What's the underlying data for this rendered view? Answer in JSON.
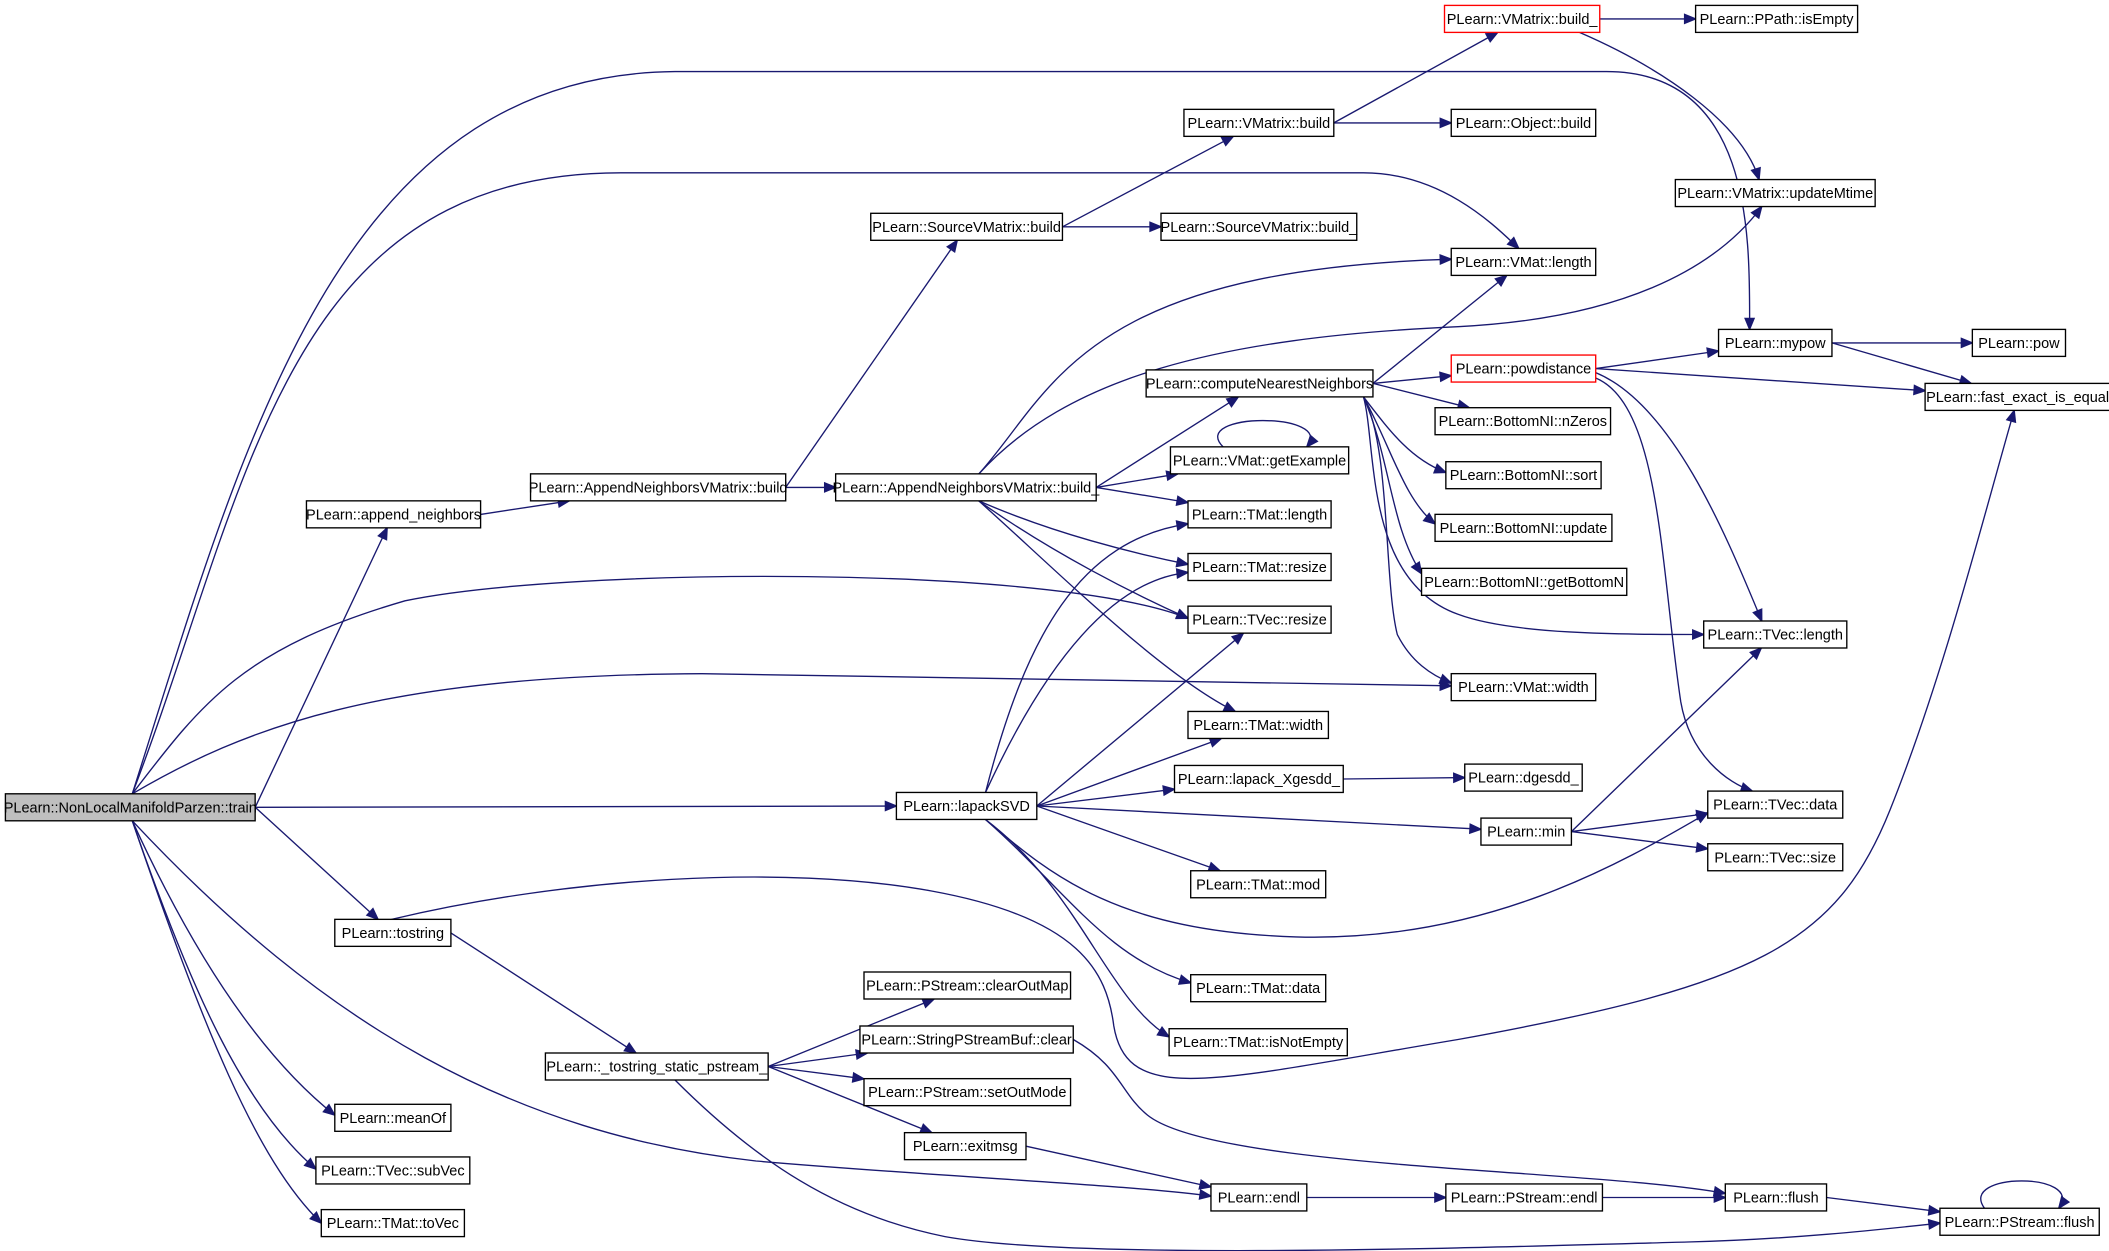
{
  "diagram": {
    "type": "call-graph",
    "colors": {
      "edge": "#191970",
      "root_fill": "#bfbfbf",
      "truncated_border": "#ff0000",
      "node_border": "#000000"
    },
    "nodes": [
      {
        "id": "train",
        "label": "PLearn::NonLocalManifoldParzen::train",
        "root": true
      },
      {
        "id": "append_neighbors",
        "label": "PLearn::append_neighbors"
      },
      {
        "id": "anvm_build",
        "label": "PLearn::AppendNeighborsVMatrix::build"
      },
      {
        "id": "anvm_build_",
        "label": "PLearn::AppendNeighborsVMatrix::build_"
      },
      {
        "id": "svm_build",
        "label": "PLearn::SourceVMatrix::build"
      },
      {
        "id": "svm_build_",
        "label": "PLearn::SourceVMatrix::build_"
      },
      {
        "id": "vmatrix_build",
        "label": "PLearn::VMatrix::build"
      },
      {
        "id": "vmatrix_build_",
        "label": "PLearn::VMatrix::build_",
        "truncated": true
      },
      {
        "id": "ppath_isempty",
        "label": "PLearn::PPath::isEmpty"
      },
      {
        "id": "object_build",
        "label": "PLearn::Object::build"
      },
      {
        "id": "updatemtime",
        "label": "PLearn::VMatrix::updateMtime"
      },
      {
        "id": "vmat_length",
        "label": "PLearn::VMat::length"
      },
      {
        "id": "mypow",
        "label": "PLearn::mypow"
      },
      {
        "id": "pow",
        "label": "PLearn::pow"
      },
      {
        "id": "fast_exact",
        "label": "PLearn::fast_exact_is_equal"
      },
      {
        "id": "cnn",
        "label": "PLearn::computeNearestNeighbors"
      },
      {
        "id": "powdistance",
        "label": "PLearn::powdistance",
        "truncated": true
      },
      {
        "id": "nzeros",
        "label": "PLearn::BottomNI::nZeros"
      },
      {
        "id": "sort",
        "label": "PLearn::BottomNI::sort"
      },
      {
        "id": "update",
        "label": "PLearn::BottomNI::update"
      },
      {
        "id": "getbottomn",
        "label": "PLearn::BottomNI::getBottomN"
      },
      {
        "id": "getexample",
        "label": "PLearn::VMat::getExample"
      },
      {
        "id": "tmat_length",
        "label": "PLearn::TMat::length"
      },
      {
        "id": "tmat_resize",
        "label": "PLearn::TMat::resize"
      },
      {
        "id": "tvec_resize",
        "label": "PLearn::TVec::resize"
      },
      {
        "id": "tvec_length",
        "label": "PLearn::TVec::length"
      },
      {
        "id": "vmat_width",
        "label": "PLearn::VMat::width"
      },
      {
        "id": "tmat_width",
        "label": "PLearn::TMat::width"
      },
      {
        "id": "lapacksvd",
        "label": "PLearn::lapackSVD"
      },
      {
        "id": "lapack_xgesdd",
        "label": "PLearn::lapack_Xgesdd_"
      },
      {
        "id": "dgesdd",
        "label": "PLearn::dgesdd_"
      },
      {
        "id": "min",
        "label": "PLearn::min"
      },
      {
        "id": "tvec_data",
        "label": "PLearn::TVec::data"
      },
      {
        "id": "tvec_size",
        "label": "PLearn::TVec::size"
      },
      {
        "id": "tmat_mod",
        "label": "PLearn::TMat::mod"
      },
      {
        "id": "tostring",
        "label": "PLearn::tostring"
      },
      {
        "id": "tmat_data",
        "label": "PLearn::TMat::data"
      },
      {
        "id": "tmat_isnotempty",
        "label": "PLearn::TMat::isNotEmpty"
      },
      {
        "id": "clearoutmap",
        "label": "PLearn::PStream::clearOutMap"
      },
      {
        "id": "tostring_static",
        "label": "PLearn::_tostring_static_pstream_"
      },
      {
        "id": "spsb_clear",
        "label": "PLearn::StringPStreamBuf::clear"
      },
      {
        "id": "setoutmode",
        "label": "PLearn::PStream::setOutMode"
      },
      {
        "id": "exitmsg",
        "label": "PLearn::exitmsg"
      },
      {
        "id": "meanof",
        "label": "PLearn::meanOf"
      },
      {
        "id": "subvec",
        "label": "PLearn::TVec::subVec"
      },
      {
        "id": "tovec",
        "label": "PLearn::TMat::toVec"
      },
      {
        "id": "endl",
        "label": "PLearn::endl"
      },
      {
        "id": "pstream_endl",
        "label": "PLearn::PStream::endl"
      },
      {
        "id": "flush",
        "label": "PLearn::flush"
      },
      {
        "id": "pstream_flush",
        "label": "PLearn::PStream::flush"
      }
    ],
    "edges": [
      [
        "train",
        "append_neighbors"
      ],
      [
        "train",
        "tostring"
      ],
      [
        "train",
        "meanof"
      ],
      [
        "train",
        "subvec"
      ],
      [
        "train",
        "tovec"
      ],
      [
        "train",
        "lapacksvd"
      ],
      [
        "train",
        "vmat_length"
      ],
      [
        "train",
        "mypow"
      ],
      [
        "train",
        "tvec_resize"
      ],
      [
        "train",
        "vmat_width"
      ],
      [
        "train",
        "endl"
      ],
      [
        "append_neighbors",
        "anvm_build"
      ],
      [
        "anvm_build",
        "anvm_build_"
      ],
      [
        "anvm_build",
        "svm_build"
      ],
      [
        "svm_build",
        "svm_build_"
      ],
      [
        "svm_build",
        "vmatrix_build"
      ],
      [
        "vmatrix_build",
        "vmatrix_build_"
      ],
      [
        "vmatrix_build",
        "object_build"
      ],
      [
        "vmatrix_build_",
        "ppath_isempty"
      ],
      [
        "vmatrix_build_",
        "updatemtime"
      ],
      [
        "anvm_build_",
        "vmat_length"
      ],
      [
        "anvm_build_",
        "updatemtime"
      ],
      [
        "anvm_build_",
        "cnn"
      ],
      [
        "anvm_build_",
        "getexample"
      ],
      [
        "anvm_build_",
        "tmat_length"
      ],
      [
        "anvm_build_",
        "tmat_resize"
      ],
      [
        "anvm_build_",
        "tvec_resize"
      ],
      [
        "anvm_build_",
        "tmat_width"
      ],
      [
        "cnn",
        "vmat_length"
      ],
      [
        "cnn",
        "powdistance"
      ],
      [
        "cnn",
        "nzeros"
      ],
      [
        "cnn",
        "sort"
      ],
      [
        "cnn",
        "update"
      ],
      [
        "cnn",
        "getbottomn"
      ],
      [
        "cnn",
        "tvec_length"
      ],
      [
        "cnn",
        "vmat_width"
      ],
      [
        "powdistance",
        "mypow"
      ],
      [
        "powdistance",
        "fast_exact"
      ],
      [
        "powdistance",
        "tvec_length"
      ],
      [
        "powdistance",
        "tvec_data"
      ],
      [
        "mypow",
        "pow"
      ],
      [
        "mypow",
        "fast_exact"
      ],
      [
        "getexample",
        "getexample"
      ],
      [
        "lapacksvd",
        "tmat_length"
      ],
      [
        "lapacksvd",
        "tmat_resize"
      ],
      [
        "lapacksvd",
        "tvec_resize"
      ],
      [
        "lapacksvd",
        "tmat_width"
      ],
      [
        "lapacksvd",
        "lapack_xgesdd"
      ],
      [
        "lapacksvd",
        "min"
      ],
      [
        "lapacksvd",
        "tmat_mod"
      ],
      [
        "lapacksvd",
        "tvec_data"
      ],
      [
        "lapacksvd",
        "tmat_data"
      ],
      [
        "lapacksvd",
        "tmat_isnotempty"
      ],
      [
        "lapack_xgesdd",
        "dgesdd"
      ],
      [
        "min",
        "tvec_length"
      ],
      [
        "min",
        "tvec_data"
      ],
      [
        "min",
        "tvec_size"
      ],
      [
        "tostring",
        "tostring_static"
      ],
      [
        "tostring",
        "fast_exact"
      ],
      [
        "tostring_static",
        "clearoutmap"
      ],
      [
        "tostring_static",
        "spsb_clear"
      ],
      [
        "tostring_static",
        "setoutmode"
      ],
      [
        "tostring_static",
        "exitmsg"
      ],
      [
        "tostring_static",
        "pstream_flush"
      ],
      [
        "spsb_clear",
        "flush"
      ],
      [
        "exitmsg",
        "endl"
      ],
      [
        "endl",
        "pstream_endl"
      ],
      [
        "pstream_endl",
        "flush"
      ],
      [
        "flush",
        "pstream_flush"
      ],
      [
        "pstream_flush",
        "pstream_flush"
      ]
    ]
  }
}
